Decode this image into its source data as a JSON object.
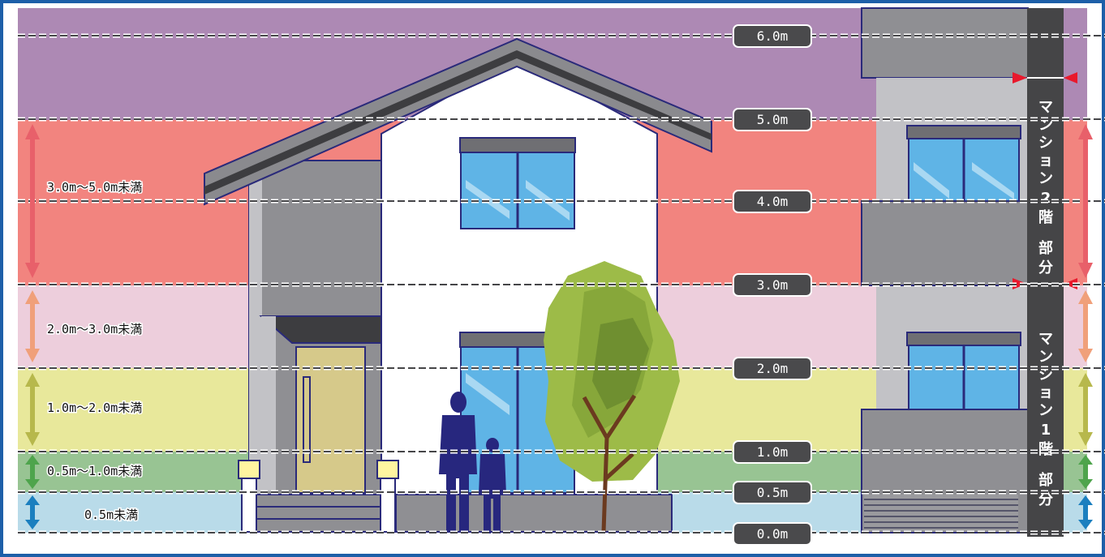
{
  "height_labels": [
    "6.0m",
    "5.0m",
    "4.0m",
    "3.0m",
    "2.0m",
    "1.0m",
    "0.5m",
    "0.0m"
  ],
  "range_labels": [
    "3.0m～5.0m未満",
    "2.0m～3.0m未満",
    "1.0m～2.0m未満",
    "0.5m～1.0m未満",
    "0.5m未満"
  ],
  "zone_colors": {
    "over_5m": "#ad89b4",
    "3m_to_5m": "#f2847f",
    "2m_to_3m": "#edcedc",
    "1m_to_2m": "#e8e89b",
    "05m_to_1m": "#98c493",
    "under_05m": "#b9dbe9"
  },
  "mansion_labels": {
    "upper": [
      "マ",
      "ン",
      "シ",
      "ョ",
      "ン",
      "2",
      "階",
      "部",
      "分"
    ],
    "lower": [
      "マ",
      "ン",
      "シ",
      "ョ",
      "ン",
      "1",
      "階",
      "部",
      "分"
    ]
  },
  "frame_color": "#1d5fa8"
}
